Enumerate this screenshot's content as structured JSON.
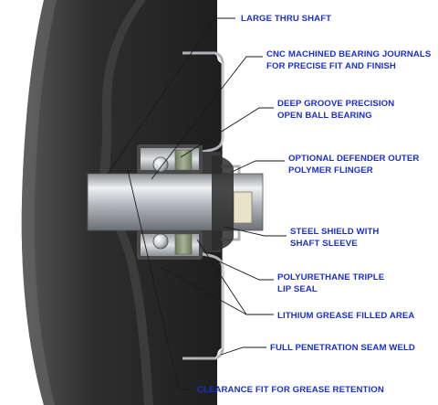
{
  "diagram": {
    "callouts": [
      {
        "id": "large-thru-shaft",
        "lines": [
          "LARGE THRU SHAFT"
        ]
      },
      {
        "id": "cnc-bearing-journals",
        "lines": [
          "CNC MACHINED BEARING JOURNALS",
          "FOR PRECISE FIT AND FINISH"
        ]
      },
      {
        "id": "deep-groove-bearing",
        "lines": [
          "DEEP GROOVE PRECISION",
          "OPEN BALL BEARING"
        ]
      },
      {
        "id": "defender-flinger",
        "lines": [
          "OPTIONAL DEFENDER OUTER",
          "POLYMER FLINGER"
        ]
      },
      {
        "id": "steel-shield",
        "lines": [
          "STEEL SHIELD WITH",
          "SHAFT SLEEVE"
        ]
      },
      {
        "id": "polyurethane-seal",
        "lines": [
          "POLYURETHANE TRIPLE",
          "LIP SEAL"
        ]
      },
      {
        "id": "lithium-grease",
        "lines": [
          "LITHIUM GREASE FILLED AREA"
        ]
      },
      {
        "id": "seam-weld",
        "lines": [
          "FULL PENETRATION SEAM WELD"
        ]
      },
      {
        "id": "clearance-fit",
        "lines": [
          "CLEARANCE FIT FOR GREASE RETENTION"
        ]
      }
    ],
    "colors": {
      "label_text": "#1a2fd0",
      "roller_dark": "#2a2a2a",
      "shaft_steel": "#b8bcc0",
      "seal_green": "#8c9678",
      "leader_line": "#1a1a1a"
    }
  }
}
